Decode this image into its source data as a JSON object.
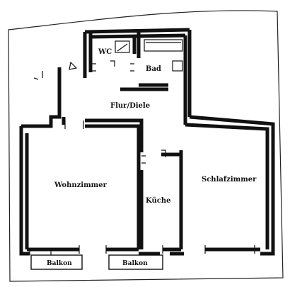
{
  "rooms": {
    "wc": "WC",
    "bad": "Bad",
    "flur": "Flur/Diele",
    "wohnzimmer": "Wohnzimmer",
    "kueche": "Küche",
    "schlafzimmer": "Schlafzimmer",
    "balkon_left": "Balkon",
    "balkon_right": "Balkon"
  }
}
